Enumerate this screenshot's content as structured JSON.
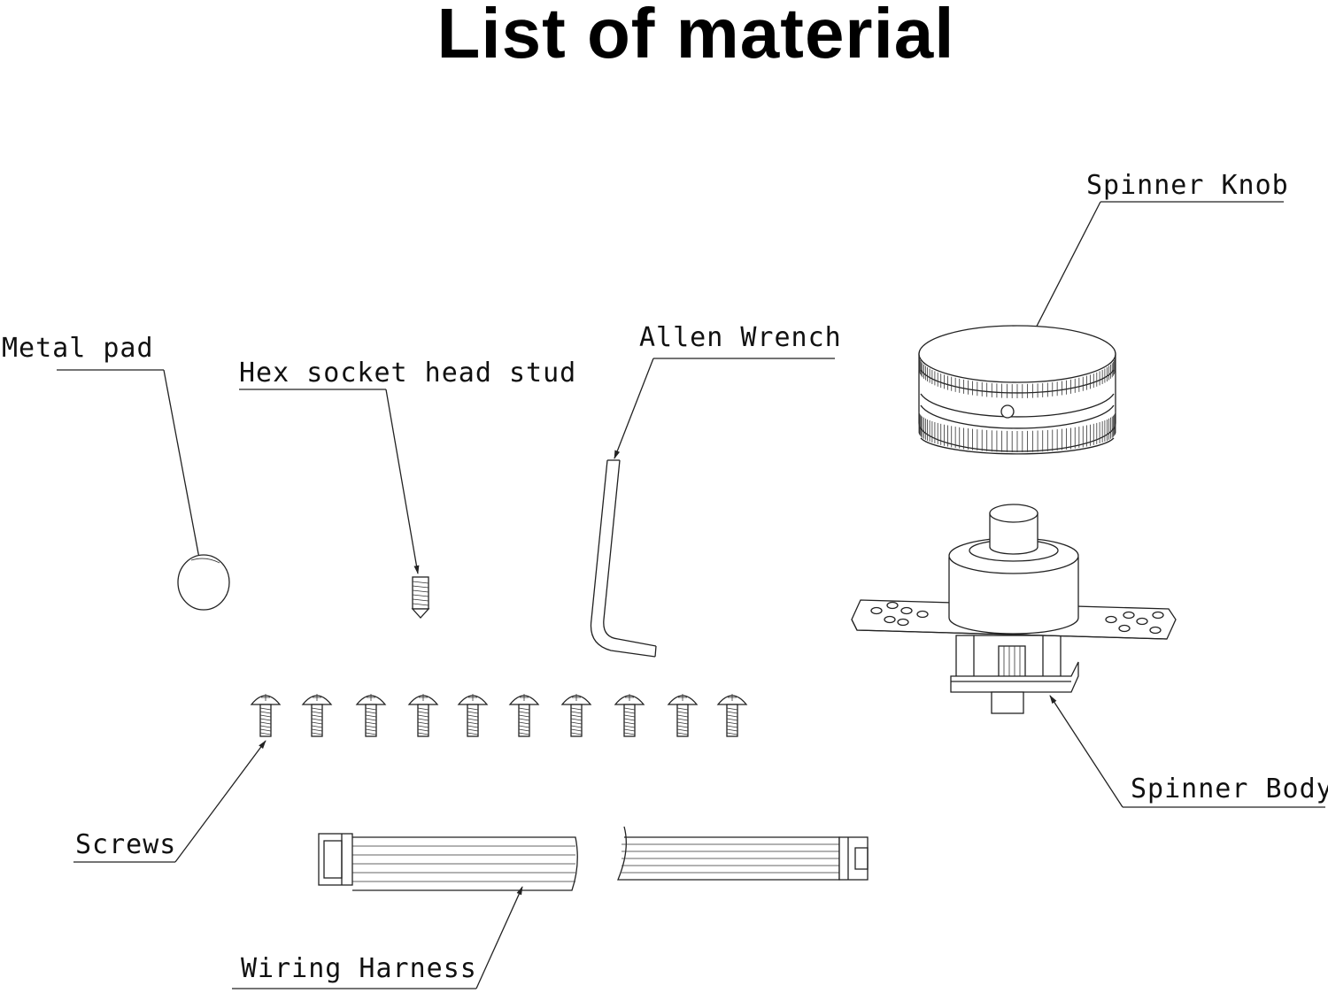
{
  "title": "List of material",
  "labels": {
    "metal_pad": "Metal pad",
    "hex_stud": "Hex socket head stud",
    "allen_wrench": "Allen Wrench",
    "spinner_knob": "Spinner Knob",
    "spinner_body": "Spinner Body",
    "screws": "Screws",
    "wiring_harness": "Wiring Harness"
  },
  "screw_count": 10,
  "colors": {
    "ink": "#222222",
    "background": "#ffffff"
  }
}
